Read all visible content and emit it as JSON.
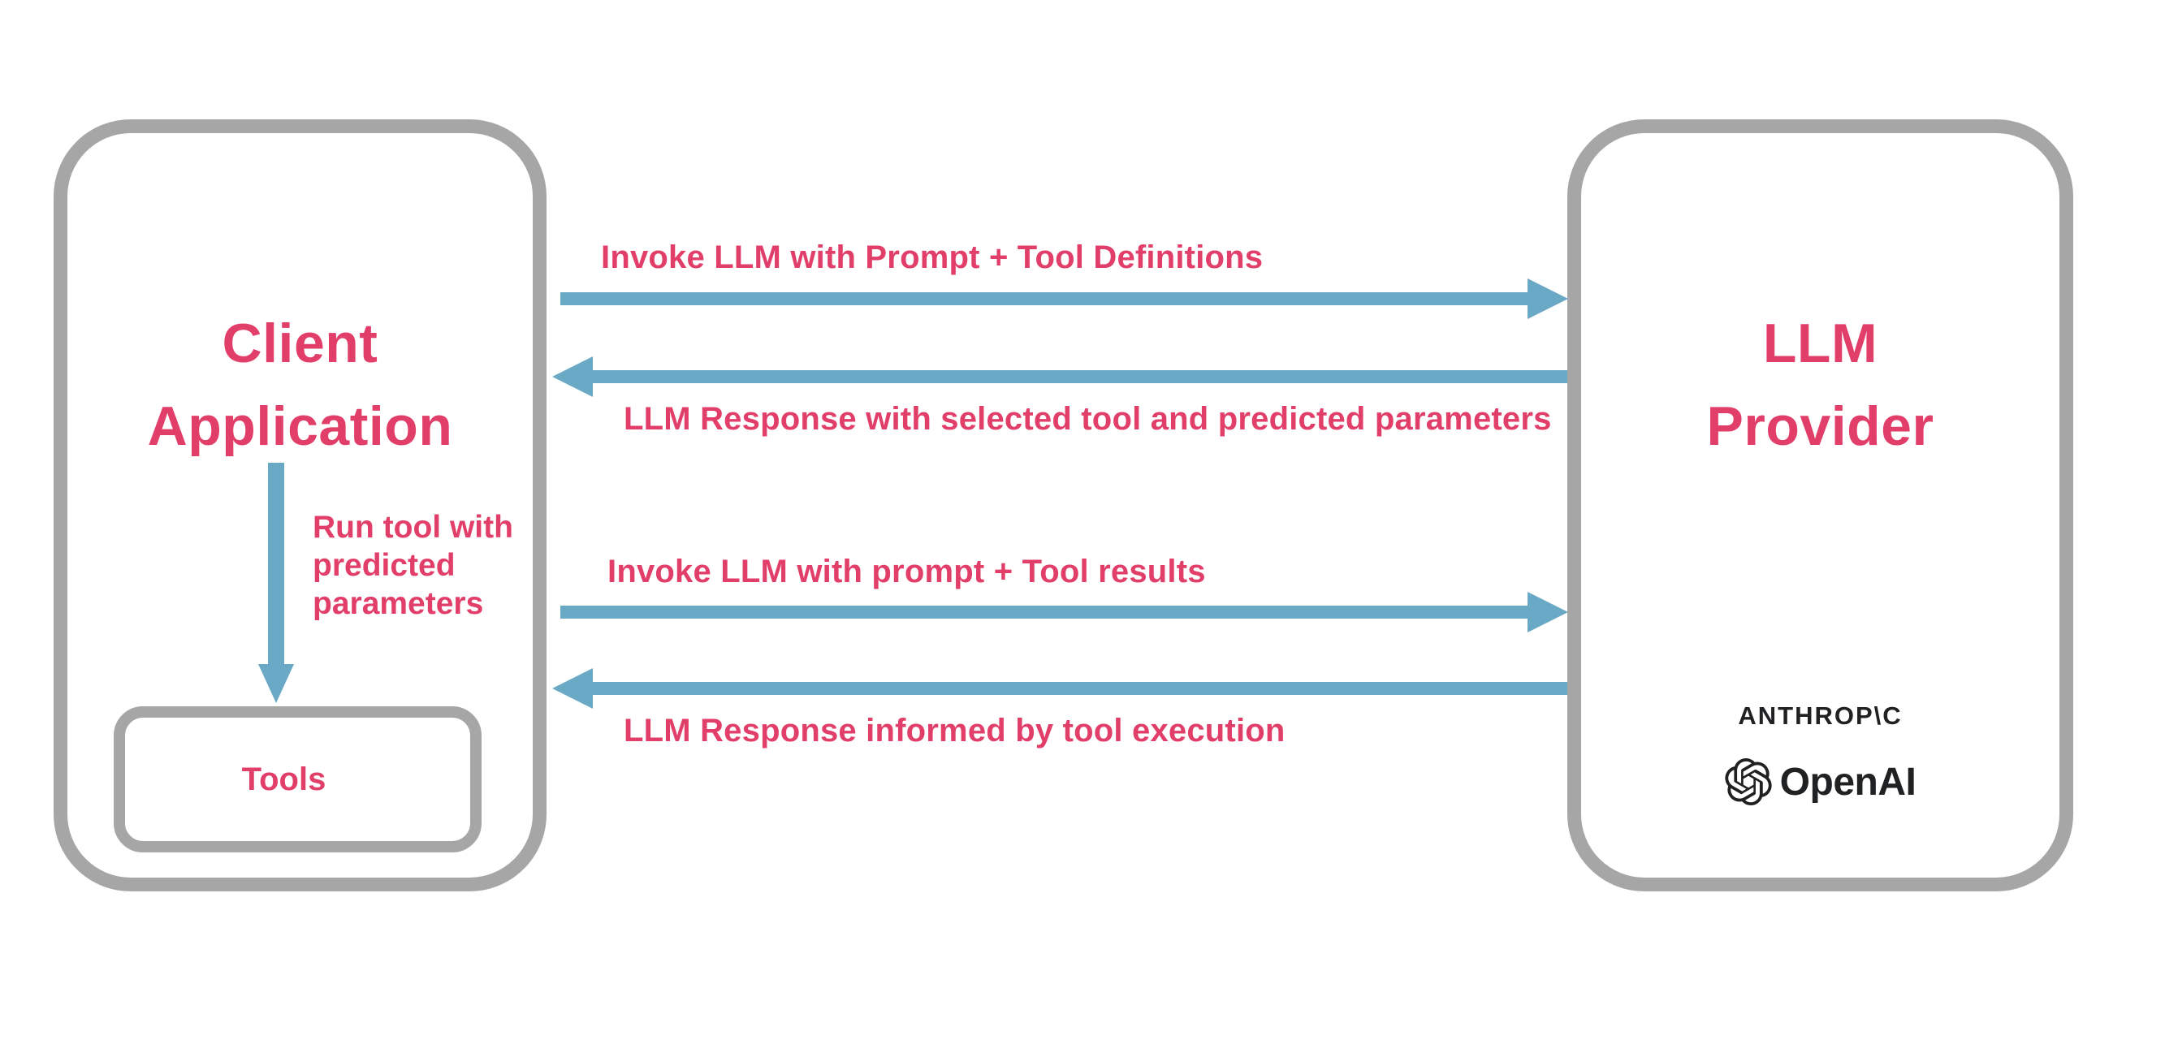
{
  "colors": {
    "accent_pink": "#e23e6a",
    "arrow_blue": "#6aa9c5",
    "box_gray": "#a6a6a6",
    "logo_ink": "#202123",
    "background": "#ffffff"
  },
  "client_box": {
    "title": "Client\nApplication",
    "tools_box": {
      "label": "Tools"
    }
  },
  "provider_box": {
    "title": "LLM\nProvider",
    "logos": {
      "anthropic_wordmark": "ANTHROP\\C",
      "openai_wordmark": "OpenAI"
    }
  },
  "flows": {
    "invoke_with_definitions": "Invoke LLM with Prompt + Tool Definitions",
    "response_selected_tool": "LLM Response with selected tool and predicted parameters",
    "run_tool": "Run tool with\npredicted\nparameters",
    "invoke_with_results": "Invoke LLM with prompt + Tool results",
    "response_informed": "LLM Response informed by tool execution"
  }
}
